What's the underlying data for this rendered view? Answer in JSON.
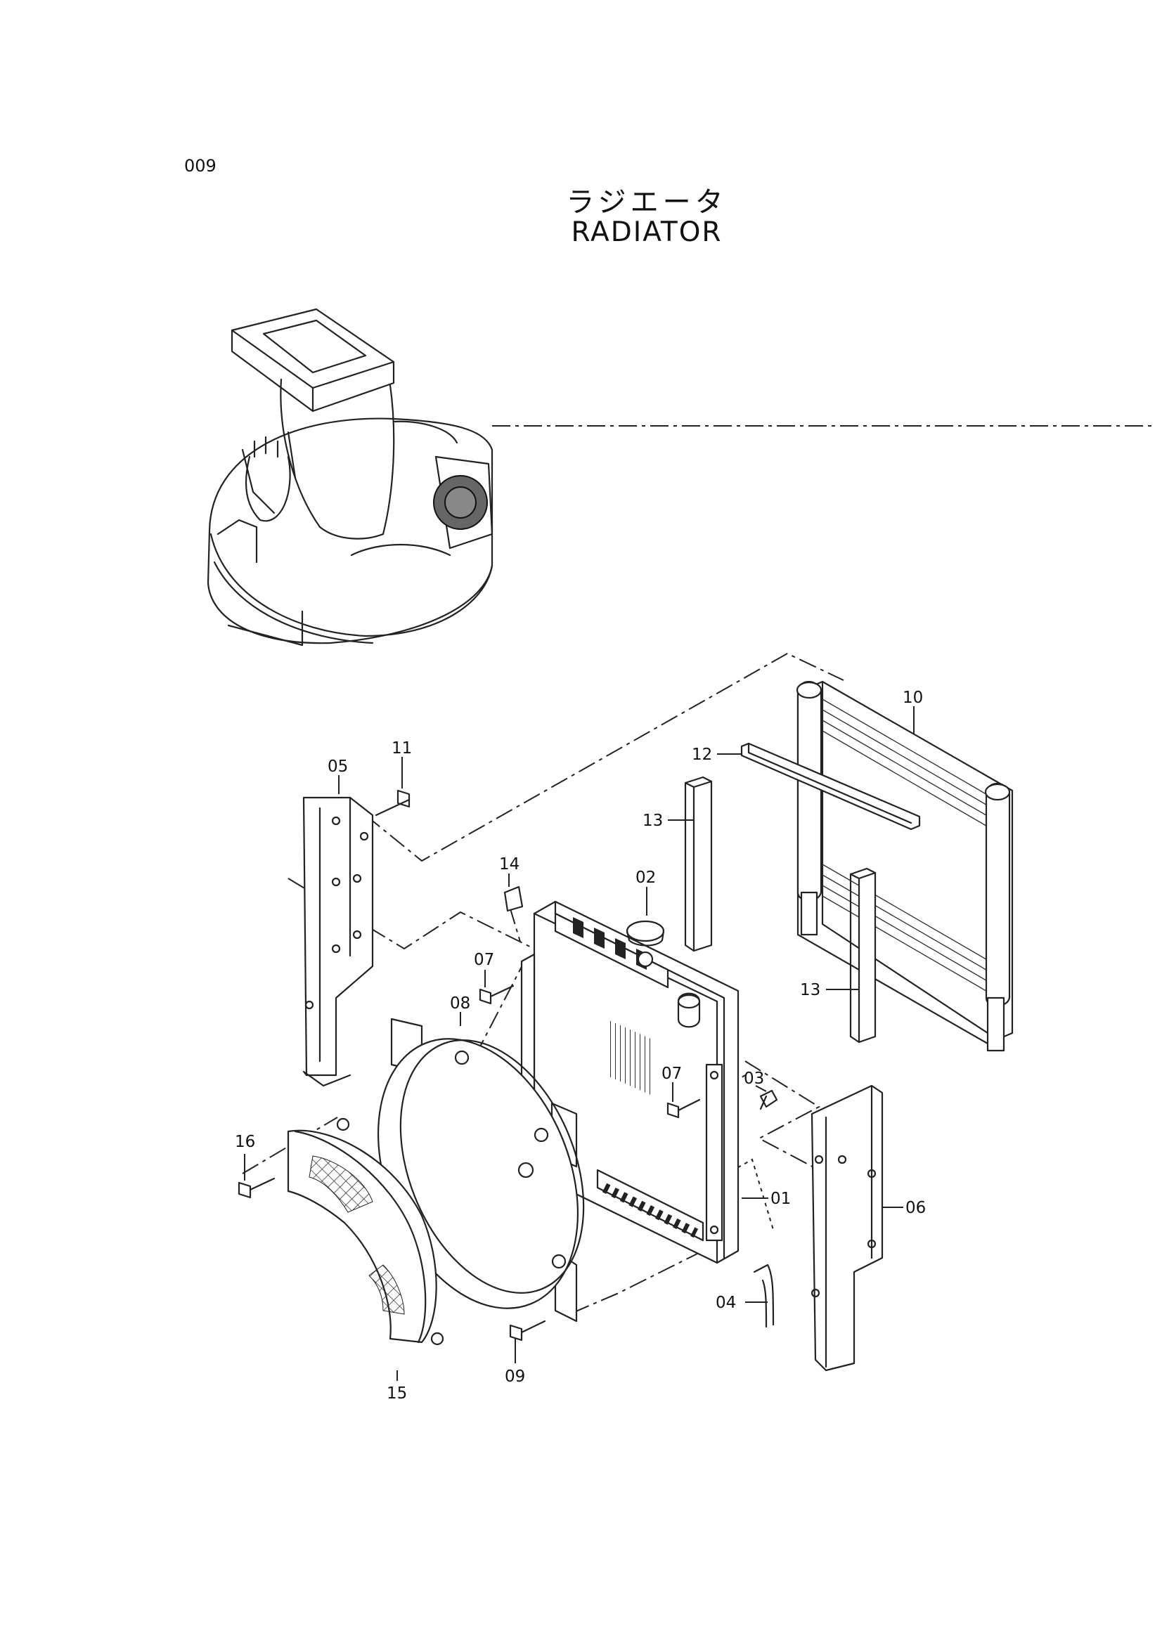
{
  "page": {
    "code": "009"
  },
  "title": {
    "japanese": "ラジエータ",
    "english": "RADIATOR"
  },
  "callouts": [
    {
      "id": "c01",
      "label": "01"
    },
    {
      "id": "c02",
      "label": "02"
    },
    {
      "id": "c03",
      "label": "03"
    },
    {
      "id": "c04",
      "label": "04"
    },
    {
      "id": "c05",
      "label": "05"
    },
    {
      "id": "c06",
      "label": "06"
    },
    {
      "id": "c07a",
      "label": "07"
    },
    {
      "id": "c07b",
      "label": "07"
    },
    {
      "id": "c08",
      "label": "08"
    },
    {
      "id": "c09",
      "label": "09"
    },
    {
      "id": "c10",
      "label": "10"
    },
    {
      "id": "c11",
      "label": "11"
    },
    {
      "id": "c12",
      "label": "12"
    },
    {
      "id": "c13a",
      "label": "13"
    },
    {
      "id": "c13b",
      "label": "13"
    },
    {
      "id": "c14",
      "label": "14"
    },
    {
      "id": "c15",
      "label": "15"
    },
    {
      "id": "c16",
      "label": "16"
    }
  ]
}
